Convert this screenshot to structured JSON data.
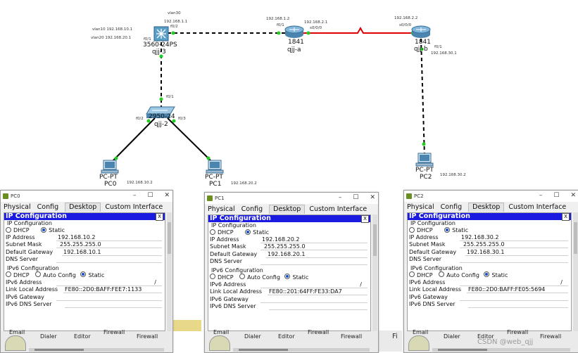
{
  "topology": {
    "devices": {
      "switch3560": {
        "model": "3560-24PS",
        "name": "qjj-3"
      },
      "router_a": {
        "model": "1841",
        "name": "qjj-a"
      },
      "router_b": {
        "model": "1841",
        "name": "qjj-b"
      },
      "switch2950": {
        "model": "2950-24",
        "name": "qjj-2"
      },
      "pc0": {
        "model": "PC-PT",
        "name": "PC0"
      },
      "pc1": {
        "model": "PC-PT",
        "name": "PC1"
      },
      "pc2": {
        "model": "PC-PT",
        "name": "PC2"
      }
    },
    "labels": {
      "vlan30": "vlan30",
      "vlan30_ip": "192.168.1.1",
      "vlan10": "vlan10 192.168.10.1",
      "vlan20": "vlan20 192.168.20.1",
      "sw3_f02": "f0/2",
      "sw3_f01": "f0/1",
      "ra_ip": "192.168.1.2",
      "ra_f01": "f0/1",
      "ra_serial_ip": "192.168.2.1",
      "ra_s000": "s0/0/0",
      "rb_ip": "192.168.2.2",
      "rb_s000": "s0/0/0",
      "rb_f01": "f0/1",
      "rb_lan_ip": "192.168.30.1",
      "sw2_f01": "f0/1",
      "sw2_f02": "f0/2",
      "sw2_f03": "f0/3",
      "pc0_ip": "192.168.10.2",
      "pc1_ip": "192.168.20.2",
      "pc2_ip": "192.168.30.2"
    }
  },
  "tabs": [
    "Physical",
    "Config",
    "Desktop",
    "Custom Interface"
  ],
  "ip_config": {
    "title": "IP Configuration",
    "close": "X",
    "section_ipv4": "IP Configuration",
    "dhcp": "DHCP",
    "static": "Static",
    "ip_address_label": "IP Address",
    "subnet_label": "Subnet Mask",
    "gateway_label": "Default Gateway",
    "dns_label": "DNS Server",
    "section_ipv6": "IPv6 Configuration",
    "auto_config": "Auto Config",
    "ipv6_address_label": "IPv6 Address",
    "link_local_label": "Link Local Address",
    "ipv6_gateway_label": "IPv6 Gateway",
    "ipv6_dns_label": "IPv6 DNS Server",
    "slash": "/"
  },
  "bottom_icons": [
    "Email",
    "Dialer",
    "Editor",
    "Firewall",
    "Firewall"
  ],
  "windows": [
    {
      "title": "PC0",
      "ip": "192.168.10.2",
      "mask": "255.255.255.0",
      "gateway": "192.168.10.1",
      "link_local": "FE80::2D0:BAFF:FEE7:1133"
    },
    {
      "title": "PC1",
      "ip": "192.168.20.2",
      "mask": "255.255.255.0",
      "gateway": "192.168.20.1",
      "link_local": "FE80::201:64FF:FE33:DA7"
    },
    {
      "title": "PC2",
      "ip": "192.168.30.2",
      "mask": "255.255.255.0",
      "gateway": "192.168.30.1",
      "link_local": "FE80::2D0:BAFF:FE05:5694"
    }
  ],
  "window_controls": {
    "min": "–",
    "max": "☐",
    "close": "✕"
  },
  "taskbar": {
    "fi_text": "Fi",
    "watermark": "CSDN @web_qjj"
  },
  "colors": {
    "link": "#000000",
    "serial": "#e00000",
    "ipbar": "#1a1ae0",
    "port_up": "#22cc22"
  }
}
